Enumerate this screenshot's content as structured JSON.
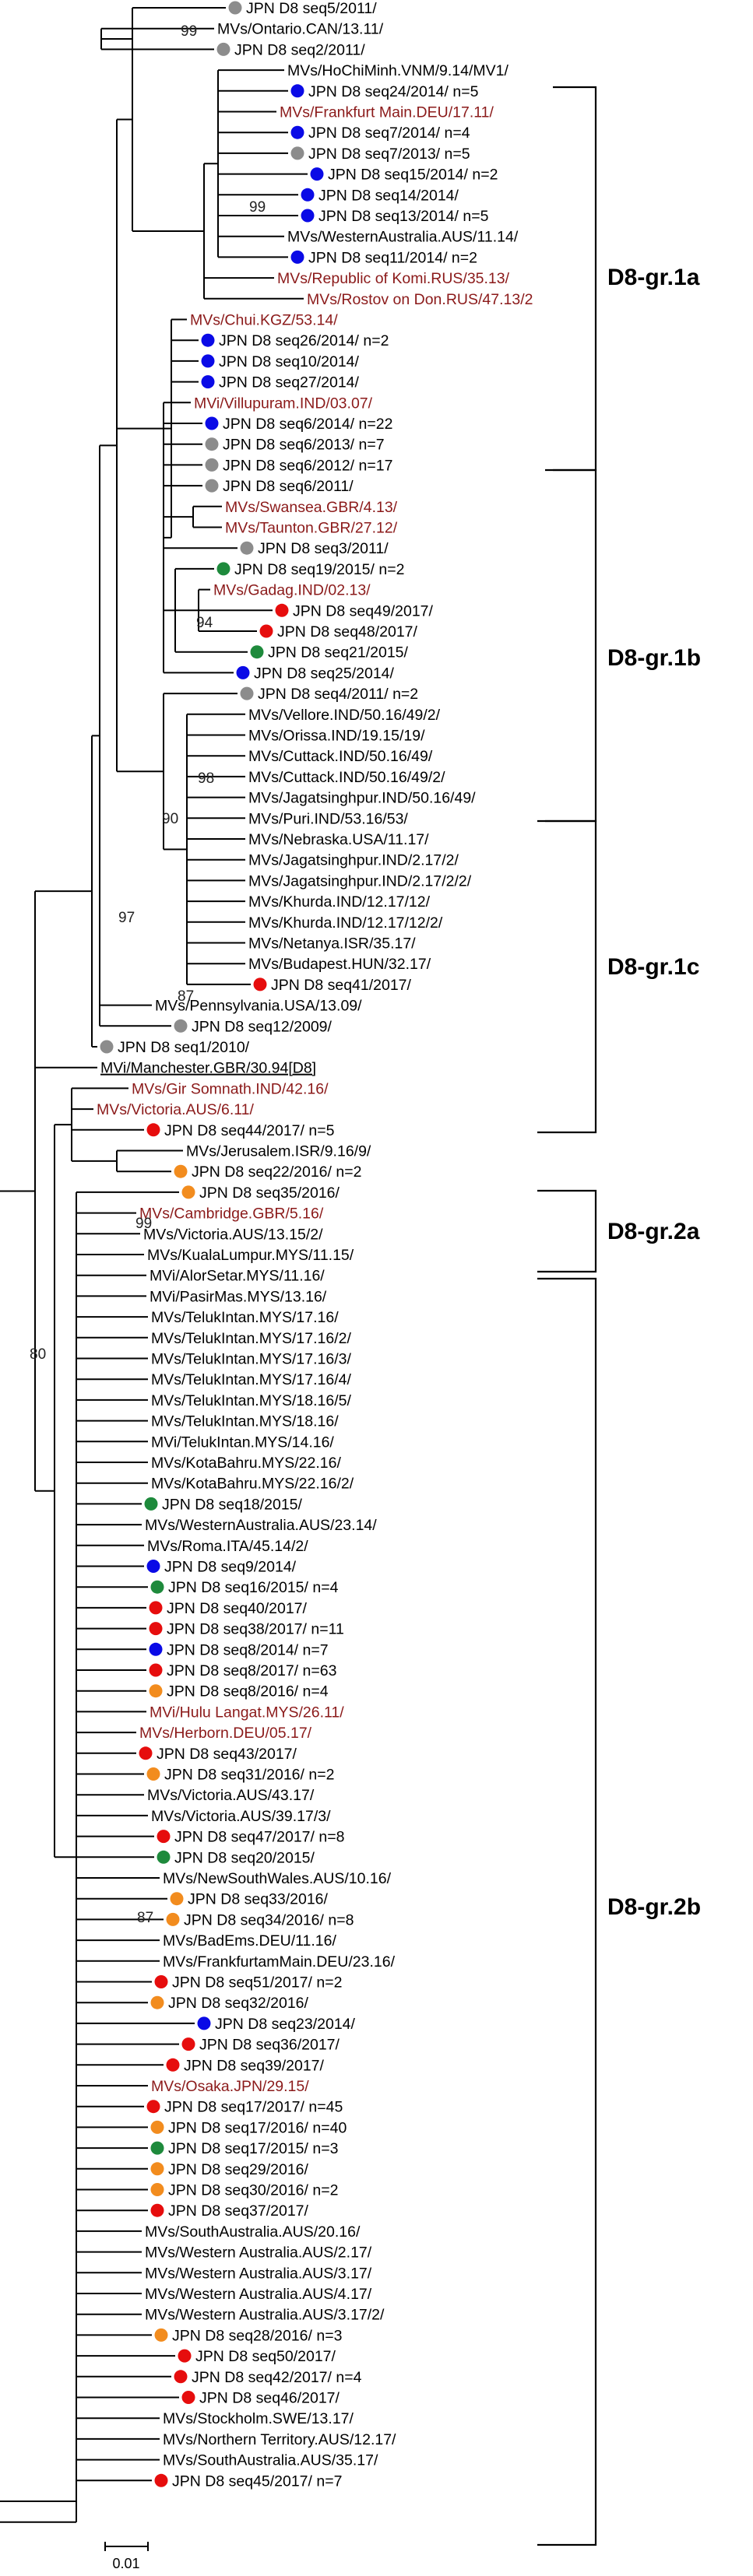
{
  "colors": {
    "blue": "#0a0ae6",
    "grey": "#8c8c8c",
    "green": "#1e8a3c",
    "red": "#e60d0d",
    "orange": "#f28c1e",
    "highlight_text": "#8b1a1a"
  },
  "scale_bar": "0.01",
  "groups": [
    "D8-gr.1a",
    "D8-gr.1b",
    "D8-gr.1c",
    "D8-gr.2a",
    "D8-gr.2b"
  ],
  "bootstrap": [
    "99",
    "99",
    "94",
    "98",
    "90",
    "87",
    "97",
    "99",
    "87",
    "80"
  ],
  "taxa": [
    {
      "label": "JPN D8 seq5/2011/",
      "dot": "grey"
    },
    {
      "label": "MVs/Ontario.CAN/13.11/"
    },
    {
      "label": "JPN D8 seq2/2011/",
      "dot": "grey"
    },
    {
      "label": "MVs/HoChiMinh.VNM/9.14/MV1/"
    },
    {
      "label": "JPN D8 seq24/2014/ n=5",
      "dot": "blue"
    },
    {
      "label": "MVs/Frankfurt Main.DEU/17.11/",
      "hl": true
    },
    {
      "label": "JPN D8 seq7/2014/ n=4",
      "dot": "blue"
    },
    {
      "label": "JPN D8 seq7/2013/ n=5",
      "dot": "grey"
    },
    {
      "label": "JPN D8 seq15/2014/ n=2",
      "dot": "blue"
    },
    {
      "label": "JPN D8 seq14/2014/",
      "dot": "blue"
    },
    {
      "label": "JPN D8 seq13/2014/ n=5",
      "dot": "blue"
    },
    {
      "label": "MVs/WesternAustralia.AUS/11.14/"
    },
    {
      "label": "JPN D8 seq11/2014/ n=2",
      "dot": "blue"
    },
    {
      "label": "MVs/Republic of Komi.RUS/35.13/",
      "hl": true
    },
    {
      "label": "MVs/Rostov on Don.RUS/47.13/2",
      "hl": true
    },
    {
      "label": "MVs/Chui.KGZ/53.14/",
      "hl": true
    },
    {
      "label": "JPN D8 seq26/2014/ n=2",
      "dot": "blue"
    },
    {
      "label": "JPN D8 seq10/2014/",
      "dot": "blue"
    },
    {
      "label": "JPN D8 seq27/2014/",
      "dot": "blue"
    },
    {
      "label": "MVi/Villupuram.IND/03.07/",
      "hl": true
    },
    {
      "label": "JPN D8 seq6/2014/ n=22",
      "dot": "blue"
    },
    {
      "label": "JPN D8 seq6/2013/ n=7",
      "dot": "grey"
    },
    {
      "label": "JPN D8 seq6/2012/ n=17",
      "dot": "grey"
    },
    {
      "label": "JPN D8 seq6/2011/",
      "dot": "grey"
    },
    {
      "label": "MVs/Swansea.GBR/4.13/",
      "hl": true
    },
    {
      "label": "MVs/Taunton.GBR/27.12/",
      "hl": true
    },
    {
      "label": "JPN D8 seq3/2011/",
      "dot": "grey"
    },
    {
      "label": "JPN D8 seq19/2015/ n=2",
      "dot": "green"
    },
    {
      "label": "MVs/Gadag.IND/02.13/",
      "hl": true
    },
    {
      "label": "JPN D8 seq49/2017/",
      "dot": "red"
    },
    {
      "label": "JPN D8 seq48/2017/",
      "dot": "red"
    },
    {
      "label": "JPN D8 seq21/2015/",
      "dot": "green"
    },
    {
      "label": "JPN D8 seq25/2014/",
      "dot": "blue"
    },
    {
      "label": "JPN D8 seq4/2011/ n=2",
      "dot": "grey"
    },
    {
      "label": "MVs/Vellore.IND/50.16/49/2/"
    },
    {
      "label": "MVs/Orissa.IND/19.15/19/"
    },
    {
      "label": "MVs/Cuttack.IND/50.16/49/"
    },
    {
      "label": "MVs/Cuttack.IND/50.16/49/2/"
    },
    {
      "label": "MVs/Jagatsinghpur.IND/50.16/49/"
    },
    {
      "label": "MVs/Puri.IND/53.16/53/"
    },
    {
      "label": "MVs/Nebraska.USA/11.17/"
    },
    {
      "label": "MVs/Jagatsinghpur.IND/2.17/2/"
    },
    {
      "label": "MVs/Jagatsinghpur.IND/2.17/2/2/"
    },
    {
      "label": "MVs/Khurda.IND/12.17/12/"
    },
    {
      "label": "MVs/Khurda.IND/12.17/12/2/"
    },
    {
      "label": "MVs/Netanya.ISR/35.17/"
    },
    {
      "label": "MVs/Budapest.HUN/32.17/"
    },
    {
      "label": "JPN D8 seq41/2017/",
      "dot": "red"
    },
    {
      "label": "MVs/Pennsylvania.USA/13.09/"
    },
    {
      "label": "JPN D8 seq12/2009/",
      "dot": "grey"
    },
    {
      "label": "JPN D8 seq1/2010/",
      "dot": "grey"
    },
    {
      "label": "MVi/Manchester.GBR/30.94[D8]",
      "ul": true
    },
    {
      "label": "MVs/Gir Somnath.IND/42.16/",
      "hl": true
    },
    {
      "label": "MVs/Victoria.AUS/6.11/",
      "hl": true
    },
    {
      "label": "JPN D8 seq44/2017/ n=5",
      "dot": "red"
    },
    {
      "label": "MVs/Jerusalem.ISR/9.16/9/"
    },
    {
      "label": "JPN D8 seq22/2016/ n=2",
      "dot": "orange"
    },
    {
      "label": "JPN D8 seq35/2016/",
      "dot": "orange"
    },
    {
      "label": "MVs/Cambridge.GBR/5.16/",
      "hl": true
    },
    {
      "label": "MVs/Victoria.AUS/13.15/2/"
    },
    {
      "label": "MVs/KualaLumpur.MYS/11.15/"
    },
    {
      "label": "MVi/AlorSetar.MYS/11.16/"
    },
    {
      "label": "MVi/PasirMas.MYS/13.16/"
    },
    {
      "label": "MVs/TelukIntan.MYS/17.16/"
    },
    {
      "label": "MVs/TelukIntan.MYS/17.16/2/"
    },
    {
      "label": "MVs/TelukIntan.MYS/17.16/3/"
    },
    {
      "label": "MVs/TelukIntan.MYS/17.16/4/"
    },
    {
      "label": "MVs/TelukIntan.MYS/18.16/5/"
    },
    {
      "label": "MVs/TelukIntan.MYS/18.16/"
    },
    {
      "label": "MVi/TelukIntan.MYS/14.16/"
    },
    {
      "label": "MVs/KotaBahru.MYS/22.16/"
    },
    {
      "label": "MVs/KotaBahru.MYS/22.16/2/"
    },
    {
      "label": "JPN D8 seq18/2015/",
      "dot": "green"
    },
    {
      "label": "MVs/WesternAustralia.AUS/23.14/"
    },
    {
      "label": "MVs/Roma.ITA/45.14/2/"
    },
    {
      "label": "JPN D8 seq9/2014/",
      "dot": "blue"
    },
    {
      "label": "JPN D8 seq16/2015/ n=4",
      "dot": "green"
    },
    {
      "label": "JPN D8 seq40/2017/",
      "dot": "red"
    },
    {
      "label": "JPN D8 seq38/2017/ n=11",
      "dot": "red"
    },
    {
      "label": "JPN D8 seq8/2014/ n=7",
      "dot": "blue"
    },
    {
      "label": "JPN D8 seq8/2017/ n=63",
      "dot": "red"
    },
    {
      "label": "JPN D8 seq8/2016/ n=4",
      "dot": "orange"
    },
    {
      "label": "MVi/Hulu Langat.MYS/26.11/",
      "hl": true
    },
    {
      "label": "MVs/Herborn.DEU/05.17/",
      "hl": true
    },
    {
      "label": "JPN D8 seq43/2017/",
      "dot": "red"
    },
    {
      "label": "JPN D8 seq31/2016/ n=2",
      "dot": "orange"
    },
    {
      "label": "MVs/Victoria.AUS/43.17/"
    },
    {
      "label": "MVs/Victoria.AUS/39.17/3/"
    },
    {
      "label": "JPN D8 seq47/2017/ n=8",
      "dot": "red"
    },
    {
      "label": "JPN D8 seq20/2015/",
      "dot": "green"
    },
    {
      "label": "MVs/NewSouthWales.AUS/10.16/"
    },
    {
      "label": "JPN D8 seq33/2016/",
      "dot": "orange"
    },
    {
      "label": "JPN D8 seq34/2016/ n=8",
      "dot": "orange"
    },
    {
      "label": "MVs/BadEms.DEU/11.16/"
    },
    {
      "label": "MVs/FrankfurtamMain.DEU/23.16/"
    },
    {
      "label": "JPN D8 seq51/2017/ n=2",
      "dot": "red"
    },
    {
      "label": "JPN D8 seq32/2016/",
      "dot": "orange"
    },
    {
      "label": "JPN D8 seq23/2014/",
      "dot": "blue"
    },
    {
      "label": "JPN D8 seq36/2017/",
      "dot": "red"
    },
    {
      "label": "JPN D8 seq39/2017/",
      "dot": "red"
    },
    {
      "label": "MVs/Osaka.JPN/29.15/",
      "hl": true
    },
    {
      "label": "JPN D8 seq17/2017/ n=45",
      "dot": "red"
    },
    {
      "label": "JPN D8 seq17/2016/ n=40",
      "dot": "orange"
    },
    {
      "label": "JPN D8 seq17/2015/ n=3",
      "dot": "green"
    },
    {
      "label": "JPN D8 seq29/2016/",
      "dot": "orange"
    },
    {
      "label": "JPN D8 seq30/2016/ n=2",
      "dot": "orange"
    },
    {
      "label": "JPN D8 seq37/2017/",
      "dot": "red"
    },
    {
      "label": "MVs/SouthAustralia.AUS/20.16/"
    },
    {
      "label": "MVs/Western Australia.AUS/2.17/"
    },
    {
      "label": "MVs/Western Australia.AUS/3.17/"
    },
    {
      "label": "MVs/Western Australia.AUS/4.17/"
    },
    {
      "label": "MVs/Western Australia.AUS/3.17/2/"
    },
    {
      "label": "JPN D8 seq28/2016/ n=3",
      "dot": "orange"
    },
    {
      "label": "JPN D8 seq50/2017/",
      "dot": "red"
    },
    {
      "label": "JPN D8 seq42/2017/ n=4",
      "dot": "red"
    },
    {
      "label": "JPN D8 seq46/2017/",
      "dot": "red"
    },
    {
      "label": "MVs/Stockholm.SWE/13.17/"
    },
    {
      "label": "MVs/Northern Territory.AUS/12.17/"
    },
    {
      "label": "MVs/SouthAustralia.AUS/35.17/"
    },
    {
      "label": "JPN D8 seq45/2017/ n=7",
      "dot": "red"
    }
  ]
}
